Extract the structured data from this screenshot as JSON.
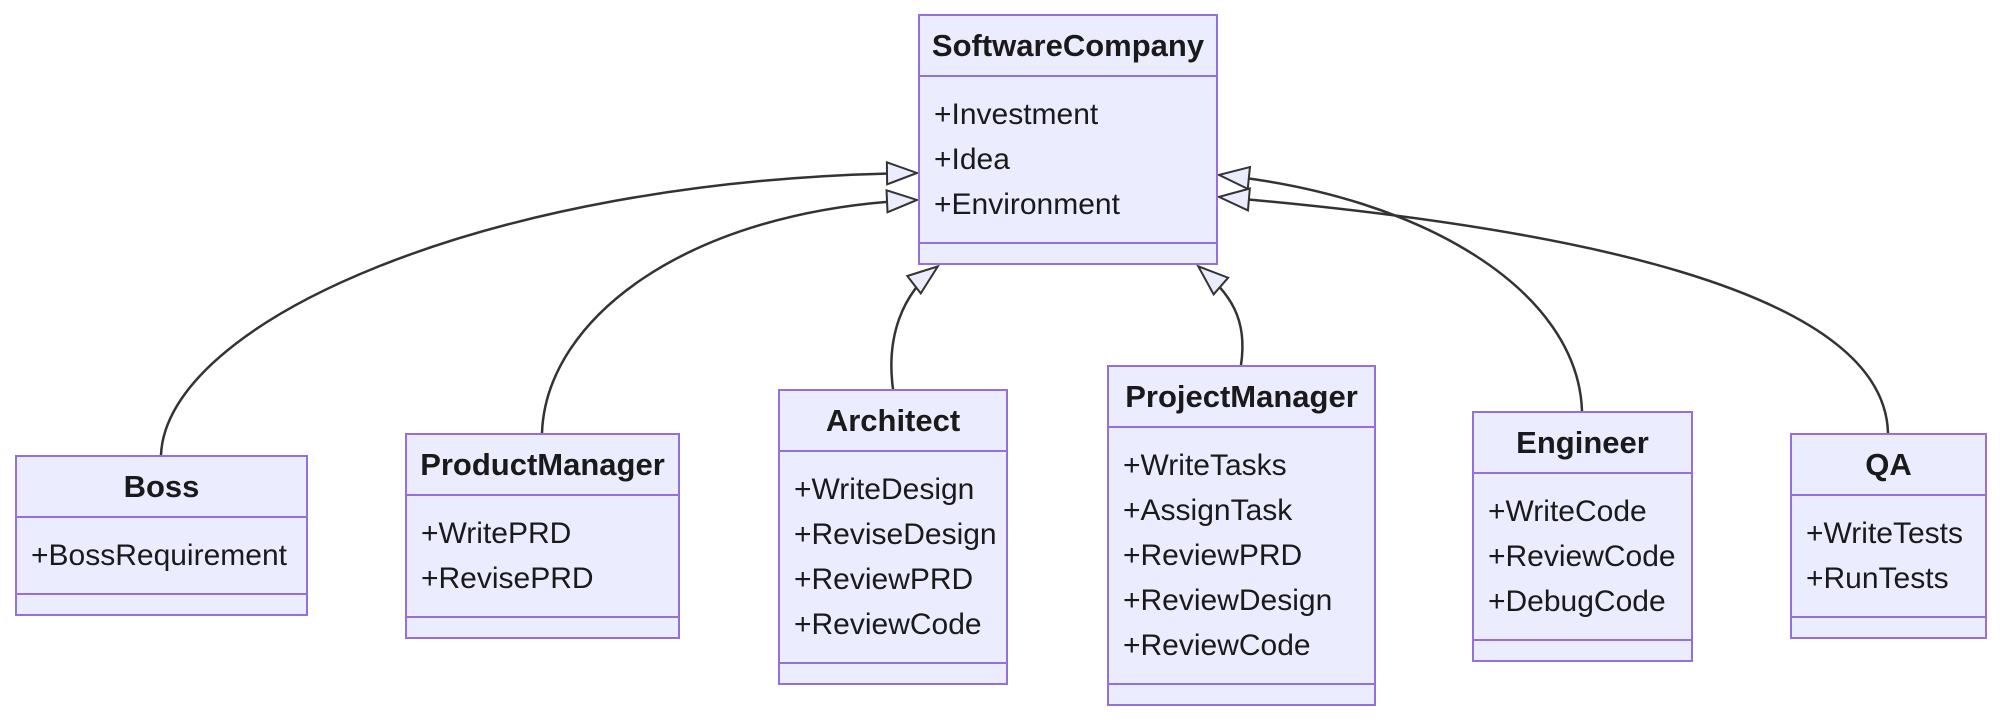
{
  "diagram": {
    "type": "uml-class-diagram",
    "base_class": "SoftwareCompany",
    "colors": {
      "box_fill": "#ECECFF",
      "box_border": "#9370DB",
      "divider": "#9370DB",
      "edge_line": "#333333",
      "arrowhead_fill": "#ECECFF",
      "text": "#1a1a1a",
      "background": "#ffffff"
    },
    "classes": [
      {
        "name": "SoftwareCompany",
        "members": [
          "+Investment",
          "+Idea",
          "+Environment"
        ],
        "methods": []
      },
      {
        "name": "Boss",
        "members": [
          "+BossRequirement"
        ],
        "methods": []
      },
      {
        "name": "ProductManager",
        "members": [
          "+WritePRD",
          "+RevisePRD"
        ],
        "methods": []
      },
      {
        "name": "Architect",
        "members": [
          "+WriteDesign",
          "+ReviseDesign",
          "+ReviewPRD",
          "+ReviewCode"
        ],
        "methods": []
      },
      {
        "name": "ProjectManager",
        "members": [
          "+WriteTasks",
          "+AssignTask",
          "+ReviewPRD",
          "+ReviewDesign",
          "+ReviewCode"
        ],
        "methods": []
      },
      {
        "name": "Engineer",
        "members": [
          "+WriteCode",
          "+ReviewCode",
          "+DebugCode"
        ],
        "methods": []
      },
      {
        "name": "QA",
        "members": [
          "+WriteTests",
          "+RunTests"
        ],
        "methods": []
      }
    ],
    "relationships": [
      {
        "from": "Boss",
        "to": "SoftwareCompany",
        "type": "inheritance",
        "arrow": "hollow-triangle"
      },
      {
        "from": "ProductManager",
        "to": "SoftwareCompany",
        "type": "inheritance",
        "arrow": "hollow-triangle"
      },
      {
        "from": "Architect",
        "to": "SoftwareCompany",
        "type": "inheritance",
        "arrow": "hollow-triangle"
      },
      {
        "from": "ProjectManager",
        "to": "SoftwareCompany",
        "type": "inheritance",
        "arrow": "hollow-triangle"
      },
      {
        "from": "Engineer",
        "to": "SoftwareCompany",
        "type": "inheritance",
        "arrow": "hollow-triangle"
      },
      {
        "from": "QA",
        "to": "SoftwareCompany",
        "type": "inheritance",
        "arrow": "hollow-triangle"
      }
    ]
  }
}
